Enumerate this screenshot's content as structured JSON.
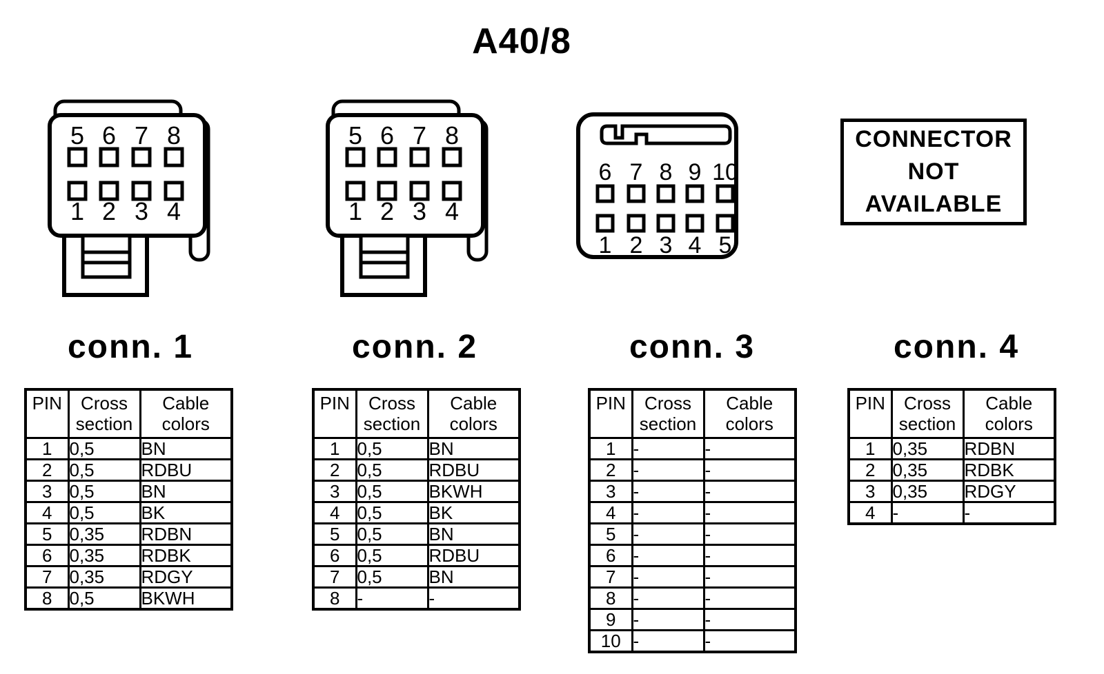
{
  "title": "A40/8",
  "table_headers": [
    "PIN",
    "Cross\nsection",
    "Cable\ncolors"
  ],
  "connectors": [
    {
      "label": "conn. 1",
      "pins_top": [
        "5",
        "6",
        "7",
        "8"
      ],
      "pins_bottom": [
        "1",
        "2",
        "3",
        "4"
      ],
      "table_rows": [
        [
          "1",
          "0,5",
          "BN"
        ],
        [
          "2",
          "0,5",
          "RDBU"
        ],
        [
          "3",
          "0,5",
          "BN"
        ],
        [
          "4",
          "0,5",
          "BK"
        ],
        [
          "5",
          "0,35",
          "RDBN"
        ],
        [
          "6",
          "0,35",
          "RDBK"
        ],
        [
          "7",
          "0,35",
          "RDGY"
        ],
        [
          "8",
          "0,5",
          "BKWH"
        ]
      ]
    },
    {
      "label": "conn. 2",
      "pins_top": [
        "5",
        "6",
        "7",
        "8"
      ],
      "pins_bottom": [
        "1",
        "2",
        "3",
        "4"
      ],
      "table_rows": [
        [
          "1",
          "0,5",
          "BN"
        ],
        [
          "2",
          "0,5",
          "RDBU"
        ],
        [
          "3",
          "0,5",
          "BKWH"
        ],
        [
          "4",
          "0,5",
          "BK"
        ],
        [
          "5",
          "0,5",
          "BN"
        ],
        [
          "6",
          "0,5",
          "RDBU"
        ],
        [
          "7",
          "0,5",
          "BN"
        ],
        [
          "8",
          "-",
          "-"
        ]
      ]
    },
    {
      "label": "conn. 3",
      "pins_top": [
        "6",
        "7",
        "8",
        "9",
        "10"
      ],
      "pins_bottom": [
        "1",
        "2",
        "3",
        "4",
        "5"
      ],
      "table_rows": [
        [
          "1",
          "-",
          "-"
        ],
        [
          "2",
          "-",
          "-"
        ],
        [
          "3",
          "-",
          "-"
        ],
        [
          "4",
          "-",
          "-"
        ],
        [
          "5",
          "-",
          "-"
        ],
        [
          "6",
          "-",
          "-"
        ],
        [
          "7",
          "-",
          "-"
        ],
        [
          "8",
          "-",
          "-"
        ],
        [
          "9",
          "-",
          "-"
        ],
        [
          "10",
          "-",
          "-"
        ]
      ]
    },
    {
      "label": "conn. 4",
      "not_available": "CONNECTOR\nNOT\nAVAILABLE",
      "table_rows": [
        [
          "1",
          "0,35",
          "RDBN"
        ],
        [
          "2",
          "0,35",
          "RDBK"
        ],
        [
          "3",
          "0,35",
          "RDGY"
        ],
        [
          "4",
          "-",
          "-"
        ]
      ]
    }
  ]
}
